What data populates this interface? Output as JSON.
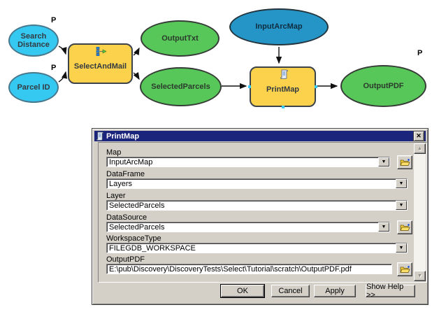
{
  "diagram": {
    "nodes": {
      "search_distance": {
        "label": "Search Distance",
        "param": "P"
      },
      "parcel_id": {
        "label": "Parcel ID",
        "param": "P"
      },
      "select_and_mail": {
        "label": "SelectAndMail"
      },
      "output_txt": {
        "label": "OutputTxt"
      },
      "selected_parcels": {
        "label": "SelectedParcels"
      },
      "input_arcmap": {
        "label": "InputArcMap"
      },
      "print_map": {
        "label": "PrintMap"
      },
      "output_pdf": {
        "label": "OutputPDF",
        "param": "P"
      }
    },
    "colors": {
      "input_variable": "#35c9f2",
      "input_data": "#2495c6",
      "derived_data": "#57c75a",
      "tool": "#fcd14b"
    }
  },
  "dialog": {
    "title": "PrintMap",
    "close_glyph": "✕",
    "dropdown_glyph": "▼",
    "scroll_up_glyph": "▲",
    "scroll_down_glyph": "▼",
    "fields": [
      {
        "label": "Map",
        "value": "InputArcMap",
        "type": "combo",
        "browse": true
      },
      {
        "label": "DataFrame",
        "value": "Layers",
        "type": "combo",
        "browse": false
      },
      {
        "label": "Layer",
        "value": "SelectedParcels",
        "type": "combo",
        "browse": false
      },
      {
        "label": "DataSource",
        "value": "SelectedParcels",
        "type": "combo",
        "browse": true
      },
      {
        "label": "WorkspaceType",
        "value": "FILEGDB_WORKSPACE",
        "type": "combo",
        "browse": false
      },
      {
        "label": "OutputPDF",
        "value": "E:\\pub\\Discovery\\DiscoveryTests\\Select\\Tutorial\\scratch\\OutputPDF.pdf",
        "type": "text",
        "browse": true
      }
    ],
    "buttons": [
      {
        "label": "OK"
      },
      {
        "label": "Cancel"
      },
      {
        "label": "Apply"
      },
      {
        "label": "Show Help >>"
      }
    ]
  }
}
